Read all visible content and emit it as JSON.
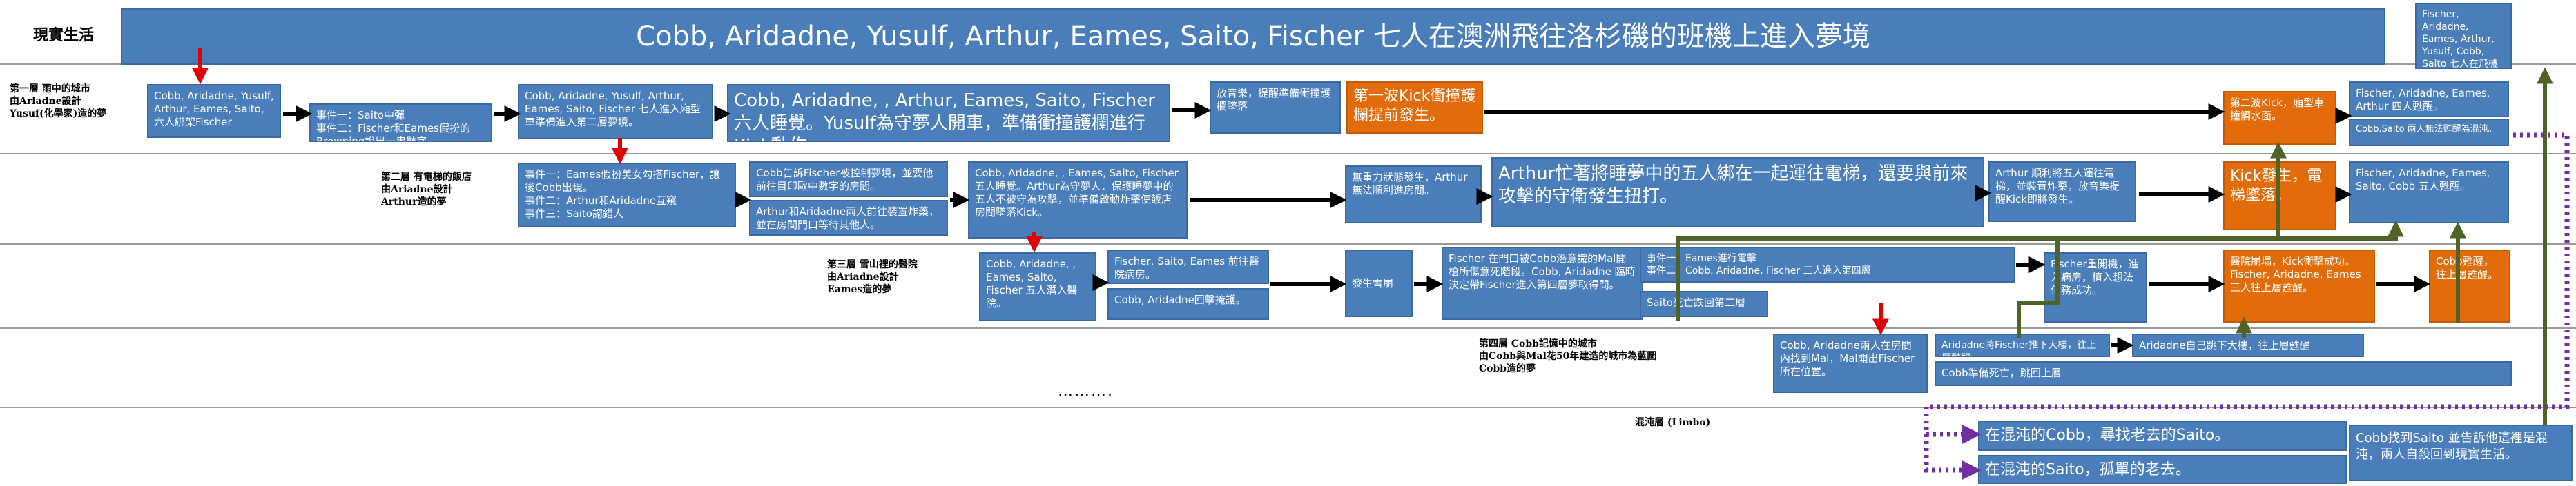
{
  "side_title": "現實生活",
  "title": "Cobb, Aridadne, Yusulf, Arthur, Eames, Saito, Fischer 七人在澳洲飛往洛杉磯的班機上進入夢境",
  "top_right": "Fischer, Aridadne, Eames, Arthur, Yusulf, Cobb, Saito 七人在飛機上甦醒。",
  "levels": {
    "l1": "第一層 雨中的城市\n由Ariadne設計\nYusuf(化學家)造的夢",
    "l2": "第二層 有電梯的飯店\n由Ariadne設計\nArthur造的夢",
    "l3": "第三層 雪山裡的醫院\n由Ariadne設計\nEames造的夢",
    "l4": "第四層 Cobb記憶中的城市\n由Cobb與Mal花50年建造的城市為藍圖\nCobb造的夢",
    "limbo": "混沌層 (Limbo)"
  },
  "ellipsis": "……….",
  "row1": {
    "b1": "Cobb, Aridadne, Yusulf, Arthur, Eames, Saito, 六人綁架Fischer",
    "b2": "事件一：Saito中彈\n事件二：Fischer和Eames假扮的Browning說出一串數字",
    "b3": "Cobb, Aridadne, Yusulf, Arthur, Eames, Saito, Fischer 七人進入廂型車準備進入第二層夢境。",
    "b4": "Cobb, Aridadne, , Arthur, Eames, Saito, Fischer六人睡覺。Yusulf為守夢人開車，準備衝撞護欄進行Kick動作。",
    "b5": "放音樂，提醒準備衝撞護欄墜落",
    "b6": "第一波Kick衝撞護欄提前發生。",
    "b7": "第二波Kick，廂型車撞觸水面。",
    "b8": "Fischer, Aridadne, Eames, Arthur 四人甦醒。",
    "b9": "Cobb,Saito 兩人無法甦醒為混沌。"
  },
  "row2": {
    "b1": "事件一：Eames假扮美女勾搭Fischer，讓後Cobb出現。\n事件二：Arthur和Aridadne互窺\n事件三：Saito認錯人",
    "b2": "Cobb告訴Fischer被控制夢境，並要他前往目印歐中數字的房間。",
    "b3": "Arthur和Aridadne兩人前往裝置炸藥，並在房間門口等待其他人。",
    "b4": "Cobb, Aridadne, , Eames, Saito, Fischer 五人睡覺。Arthur為守夢人，保護睡夢中的五人不被守為攻擊，並準備啟動炸藥使飯店房間墜落Kick。",
    "b5": "無重力狀態發生，Arthur無法順利進房間。",
    "b6": "Arthur忙著將睡夢中的五人綁在一起運往電梯，還要與前來攻擊的守衛發生扭打。",
    "b7": "Arthur 順利將五人運往電梯，並裝置炸藥，放音樂提醒Kick即將發生。",
    "b8": "Kick發生，電梯墜落。",
    "b9": "Fischer, Aridadne, Eames, Saito, Cobb 五人甦醒。"
  },
  "row3": {
    "b1": "Cobb, Aridadne, , Eames, Saito, Fischer 五人潛入醫院。",
    "b2": "Fischer, Saito, Eames 前往醫院病房。",
    "b3": "Cobb, Aridadne回擊掩護。",
    "b4": "發生雪崩",
    "b5": "Fischer 在門口被Cobb潛意識的Mal開槍所傷意死階段。Cobb, Aridadne 臨時決定帶Fischer進入第四層夢取得問。",
    "b6": "事件一：Eames進行電擊\n事件二：Cobb, Aridadne, Fischer 三人進入第四層",
    "b7": "Saito死亡跌回第二層",
    "b8": "Fischer重開機，進入病房，植入想法任務成功。",
    "b9": "醫院崩塌，Kick衝擊成功。Fischer, Aridadne, Eames三人往上層甦醒。",
    "b10": "Cobb甦醒，往上層甦醒。"
  },
  "row4": {
    "b1": "Cobb, Aridadne兩人在房間內找到Mal，Mal開出Fischer所在位置。",
    "b2": "Aridadne將Fischer推下大樓，往上層甦醒",
    "b3": "Aridadne自己跳下大樓，往上層甦醒",
    "b4": "Cobb準備死亡，跳回上層"
  },
  "limbo": {
    "b1": "在混沌的Cobb，尋找老去的Saito。",
    "b2": "在混沌的Saito，孤單的老去。",
    "b3": "Cobb找到Saito 並告訴他這裡是混沌，兩人自殺回到現實生活。"
  },
  "colors": {
    "box": "#4a7ebb",
    "orange": "#e36c0a",
    "green_arrow": "#4f6228",
    "red_arrow": "#e00000",
    "purple_dotted": "#7030a0"
  }
}
